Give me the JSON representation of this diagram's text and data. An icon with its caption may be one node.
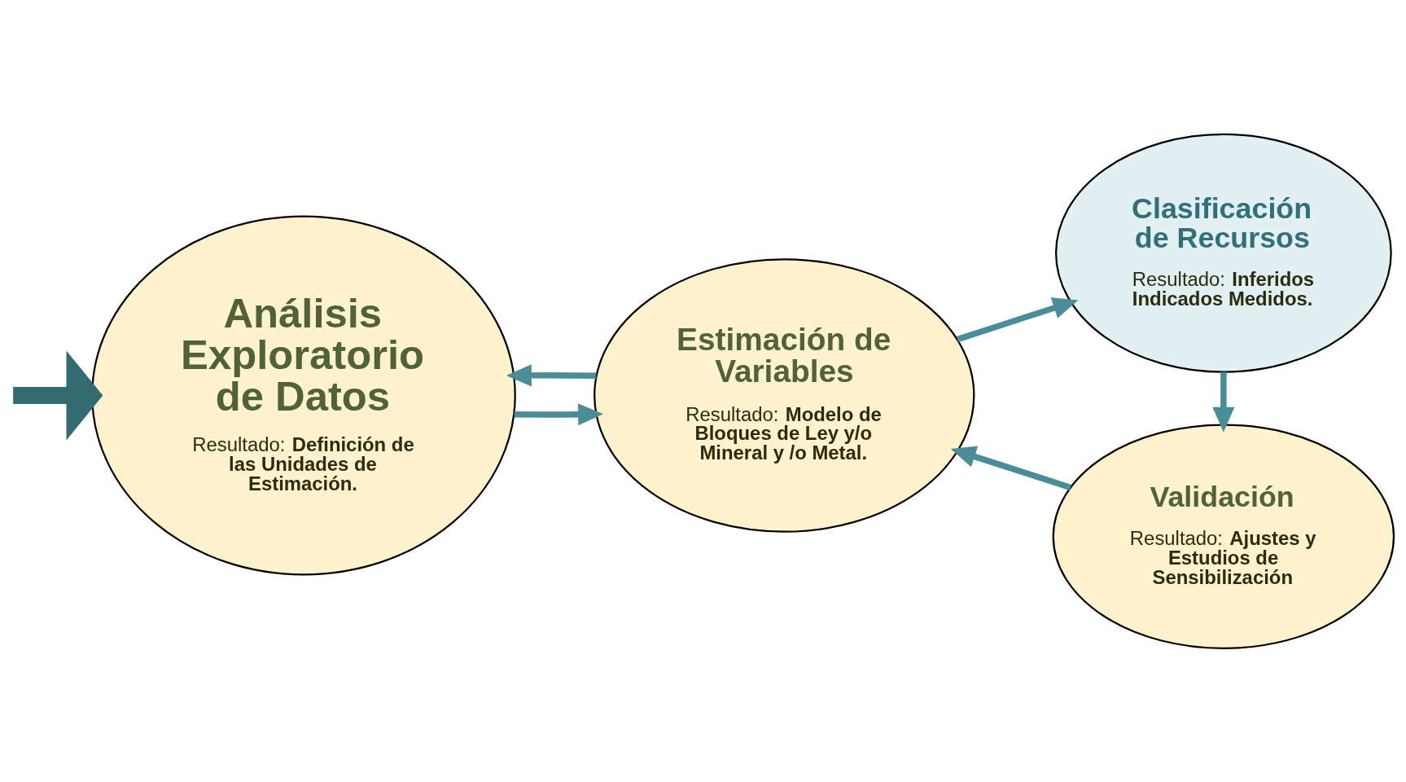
{
  "diagram": {
    "nodes": [
      {
        "text": [
          "Análisis Exploratorio de Datos",
          "Resultado: **Definición de las Unidades de Estimación.**"
        ]
      },
      {
        "text": [
          "Estimación de Variables",
          "Resultado: **Modelo de Bloques de Ley y/o Mineral y /o Metal.**"
        ]
      },
      {
        "text": [
          "Clasificación de Recursos",
          "Resultado: **Inferidos Indicados Medidos.**"
        ]
      },
      {
        "text": [
          "Validación",
          "Resultado: **Ajustes y Estudios de Sensibilización**"
        ]
      }
    ],
    "edges": [
      {
        "from": 0,
        "to": 1,
        "arrow": "to"
      },
      {
        "from": 1,
        "to": 0,
        "arrow": "to"
      },
      {
        "from": 1,
        "to": 2,
        "arrow": "to"
      },
      {
        "from": 2,
        "to": 3,
        "arrow": "to"
      },
      {
        "from": 3,
        "to": 1,
        "arrow": "to"
      },
      {
        "from": null,
        "to": 0,
        "arrow": "to",
        "style": "thick",
        "color": "#336b70"
      }
    ]
  }
}
